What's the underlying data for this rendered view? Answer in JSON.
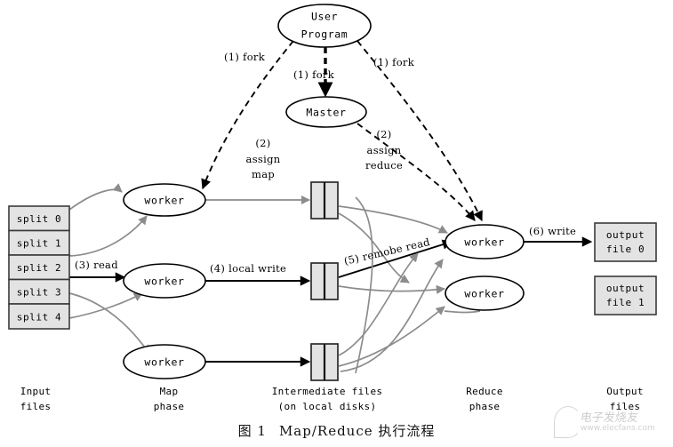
{
  "figure": {
    "caption_number": "图 1",
    "caption_title": "Map/Reduce 执行流程"
  },
  "nodes": {
    "user_program": "User\nProgram",
    "user_program_line1": "User",
    "user_program_line2": "Program",
    "master": "Master",
    "worker": "worker"
  },
  "map_workers": [
    {
      "label": "worker"
    },
    {
      "label": "worker"
    },
    {
      "label": "worker"
    }
  ],
  "reduce_workers": [
    {
      "label": "worker"
    },
    {
      "label": "worker"
    }
  ],
  "input_splits": [
    {
      "label": "split 0"
    },
    {
      "label": "split 1"
    },
    {
      "label": "split 2"
    },
    {
      "label": "split 3"
    },
    {
      "label": "split 4"
    }
  ],
  "intermediate_files": [
    {
      "label": ""
    },
    {
      "label": ""
    },
    {
      "label": ""
    }
  ],
  "output_files": [
    {
      "line1": "output",
      "line2": "file 0"
    },
    {
      "line1": "output",
      "line2": "file 1"
    }
  ],
  "steps": {
    "fork_left": "(1) fork",
    "fork_center": "(1) fork",
    "fork_right": "(1) fork",
    "assign_map_l1": "(2)",
    "assign_map_l2": "assign",
    "assign_map_l3": "map",
    "assign_reduce_l1": "(2)",
    "assign_reduce_l2": "assign",
    "assign_reduce_l3": "reduce",
    "read": "(3) read",
    "local_write": "(4) local write",
    "remote_read": "(5) remobe read",
    "write": "(6) write"
  },
  "phase_labels": {
    "input_l1": "Input",
    "input_l2": "files",
    "map_l1": "Map",
    "map_l2": "phase",
    "intermediate_l1": "Intermediate files",
    "intermediate_l2": "(on local disks)",
    "reduce_l1": "Reduce",
    "reduce_l2": "phase",
    "output_l1": "Output",
    "output_l2": "files"
  },
  "watermark": {
    "chinese": "电子发烧友",
    "url": "www.elecfans.com"
  },
  "colors": {
    "gray_edge": "#8c8c8c",
    "black_edge": "#000000",
    "box_fill": "#e3e3e3",
    "box_stroke": "#3a3a3a",
    "background": "#ffffff"
  }
}
